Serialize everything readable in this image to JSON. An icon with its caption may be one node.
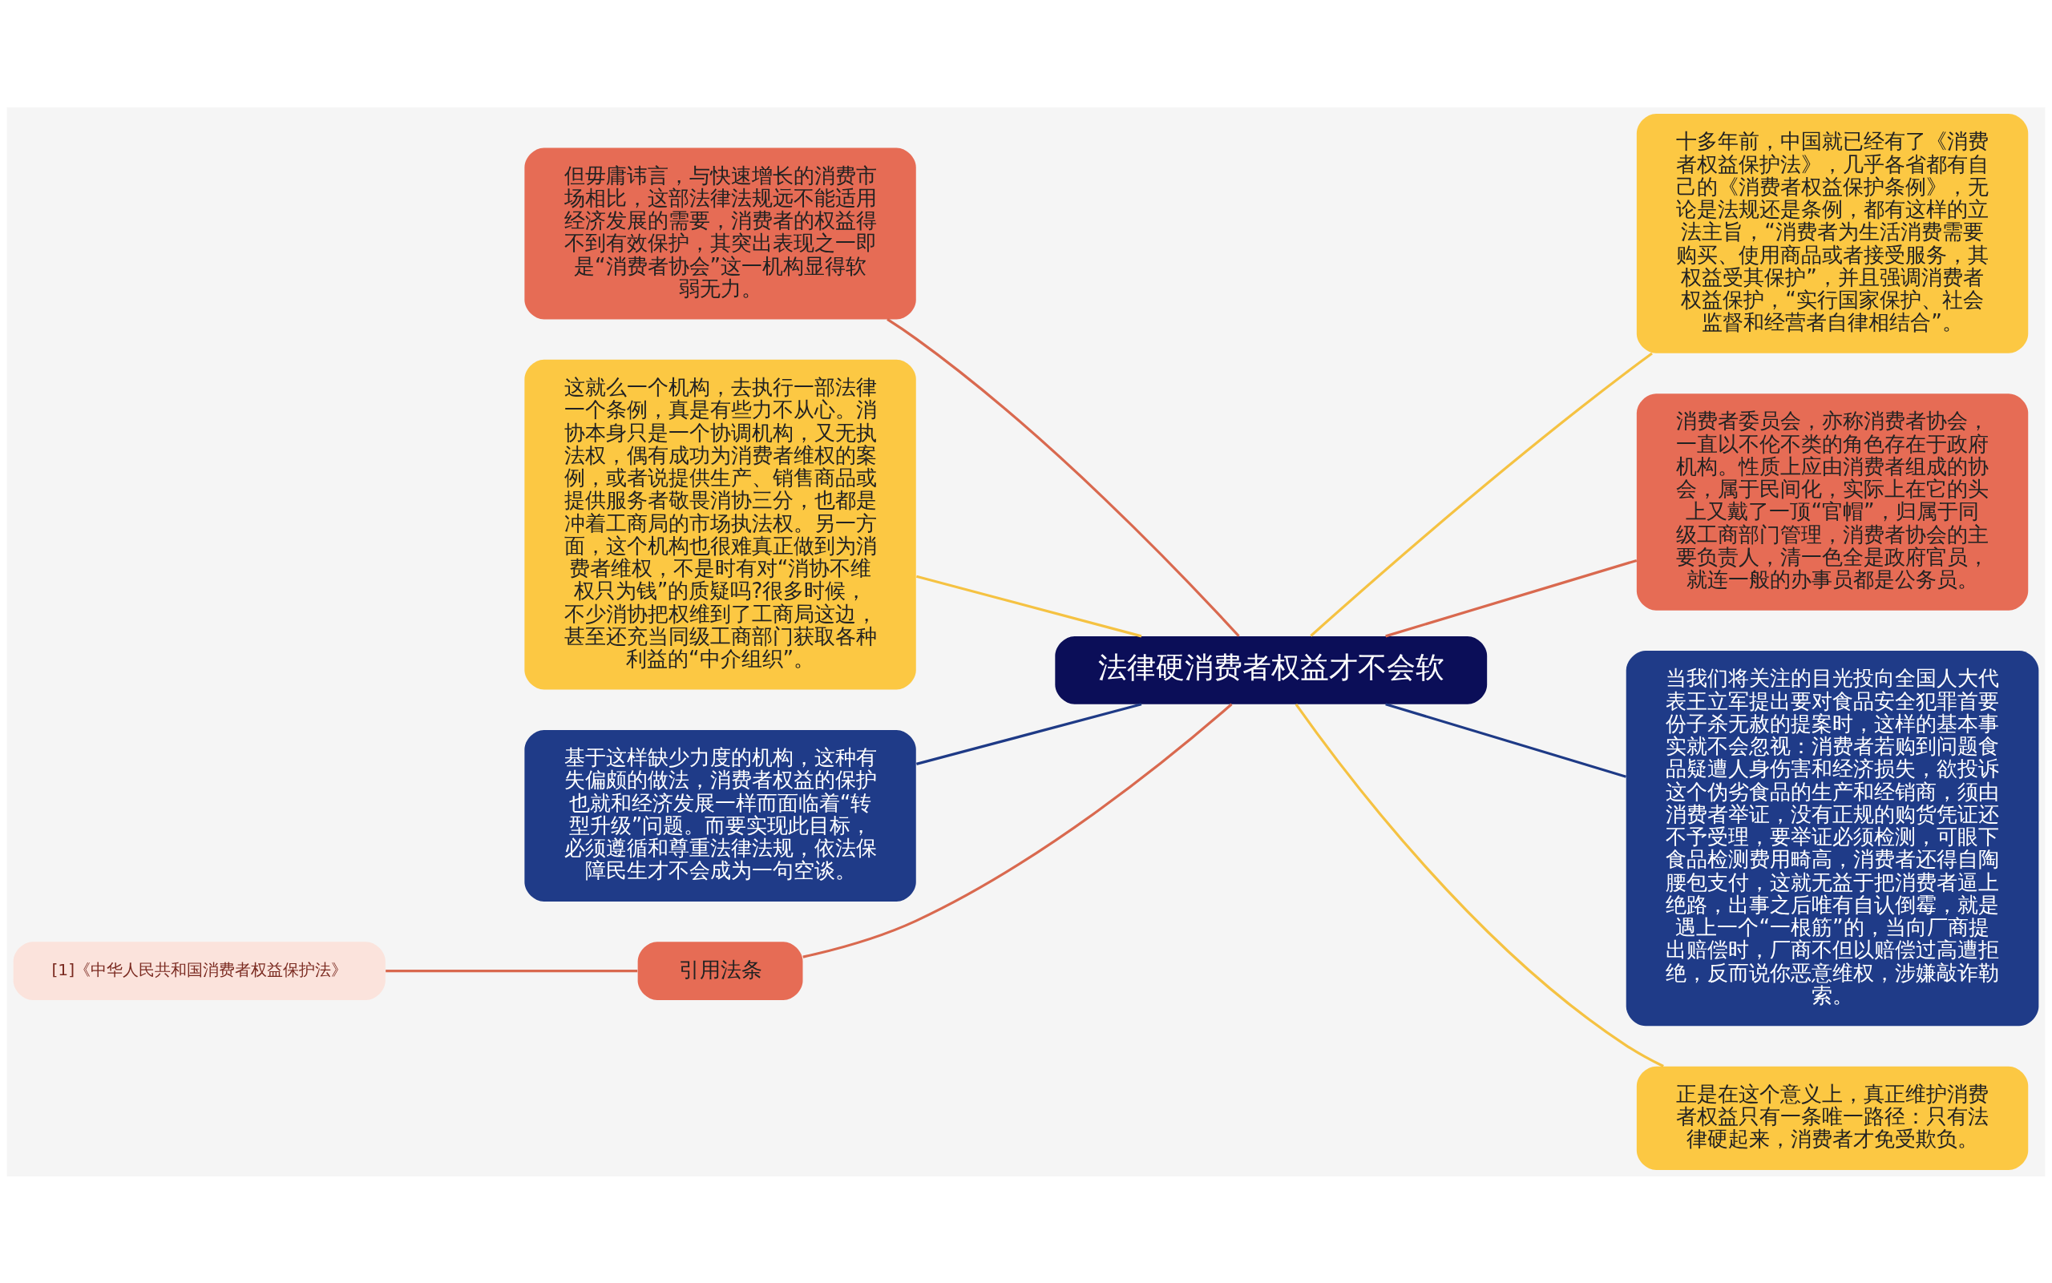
{
  "diagram": {
    "nodes": [
      {
        "text": [
          "法律硬消费者权益才不会软"
        ]
      },
      {
        "text": [
          "但毋庸讳言，与快速增长的消费市场相比，这部法律法规远不能适用经济发展的需要，消费者的权益得不到有效保护，其突出表现之一即是“消费者协会”这一机构显得软弱无力。"
        ]
      },
      {
        "text": [
          "这就么一个机构，去执行一部法律一个条例，真是有些力不从心。消协本身只是一个协调机构，又无执法权，偶有成功为消费者维权的案例，或者说提供生产、销售商品或提供服务者敬畏消协三分，也都是冲着工商局的市场执法权。另一方面，这个机构也很难真正做到为消费者维权，不是时有对“消协不维权只为钱”的质疑吗?很多时候，不少消协把权维到了工商局这边，甚至还充当同级工商部门获取各种利益的“中介组织”。"
        ]
      },
      {
        "text": [
          "基于这样缺少力度的机构，这种有失偏颇的做法，消费者权益的保护也就和经济发展一样而面临着“转型升级”问题。而要实现此目标，必须遵循和尊重法律法规，依法保障民生才不会成为一句空谈。"
        ]
      },
      {
        "text": [
          "引用法条"
        ]
      },
      {
        "text": [
          "[1]《中华人民共和国消费者权益保护法》"
        ]
      },
      {
        "text": [
          "十多年前，中国就已经有了《消费者权益保护法》，几乎各省都有自己的《消费者权益保护条例》，无论是法规还是条例，都有这样的立法主旨，“消费者为生活消费需要购买、使用商品或者接受服务，其权益受其保护”，并且强调消费者权益保护，“实行国家保护、社会监督和经营者自律相结合”。"
        ]
      },
      {
        "text": [
          "消费者委员会，亦称消费者协会，一直以不伦不类的角色存在于政府机构。性质上应由消费者组成的协会，属于民间化，实际上在它的头上又戴了一顶“官帽”，归属于同级工商部门管理，消费者协会的主要负责人，清一色全是政府官员，就连一般的办事员都是公务员。"
        ]
      },
      {
        "text": [
          "当我们将关注的目光投向全国人大代表王立军提出要对食品安全犯罪首要份子杀无赦的提案时，这样的基本事实就不会忽视：消费者若购到问题食品疑遭人身伤害和经济损失，欲投诉这个伪劣食品的生产和经销商，须由消费者举证，没有正规的购货凭证还不予受理，要举证必须检测，可眼下食品检测费用畸高，消费者还得自陶腰包支付，这就无益于把消费者逼上绝路，出事之后唯有自认倒霉，就是遇上一个“一根筋”的，当向厂商提出赔偿时，厂商不但以赔偿过高遭拒绝，反而说你恶意维权，涉嫌敲诈勒索。"
        ]
      },
      {
        "text": [
          "正是在这个意义上，真正维护消费者权益只有一条唯一路径：只有法律硬起来，消费者才免受欺负。"
        ]
      }
    ],
    "edges": [
      {
        "from": 1,
        "to": 0,
        "arrow": "none",
        "color": "#d9694f"
      },
      {
        "from": 2,
        "to": 0,
        "arrow": "none",
        "color": "#f5c242"
      },
      {
        "from": 3,
        "to": 0,
        "arrow": "none",
        "color": "#1e3a86"
      },
      {
        "from": 4,
        "to": 0,
        "arrow": "none",
        "color": "#d9694f"
      },
      {
        "from": 5,
        "to": 4,
        "arrow": "none",
        "color": "#d9694f"
      },
      {
        "from": 0,
        "to": 6,
        "arrow": "none",
        "color": "#f5c242"
      },
      {
        "from": 0,
        "to": 7,
        "arrow": "none",
        "color": "#d9694f"
      },
      {
        "from": 0,
        "to": 8,
        "arrow": "none",
        "color": "#1e3a86"
      },
      {
        "from": 0,
        "to": 9,
        "arrow": "none",
        "color": "#f5c242"
      }
    ]
  }
}
